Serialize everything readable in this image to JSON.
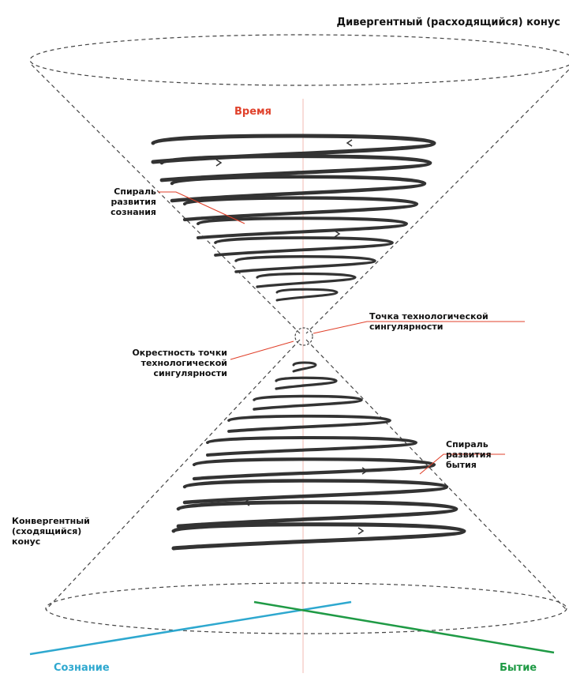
{
  "labels": {
    "divergent_cone": "Дивергентный (расходящийся) конус",
    "time": "Время",
    "spiral_consciousness": [
      "Спираль",
      "развития",
      "сознания"
    ],
    "singularity_point": [
      "Точка технологической",
      "сингулярности"
    ],
    "singularity_vicinity": [
      "Окрестность точки",
      "технологической",
      "сингулярности"
    ],
    "spiral_being": [
      "Спираль",
      "развития",
      "бытия"
    ],
    "convergent_cone": [
      "Конвергентный",
      "(сходящийся)",
      "конус"
    ],
    "consciousness": "Сознание",
    "being": "Бытие"
  },
  "colors": {
    "time_label": "#e0412b",
    "pointer_lines": "#e0412b",
    "consciousness_axis": "#2ea8cf",
    "being_axis": "#1f9a45",
    "spiral": "#333333",
    "cone": "#444444",
    "center_axis": "#f2b9b0"
  }
}
